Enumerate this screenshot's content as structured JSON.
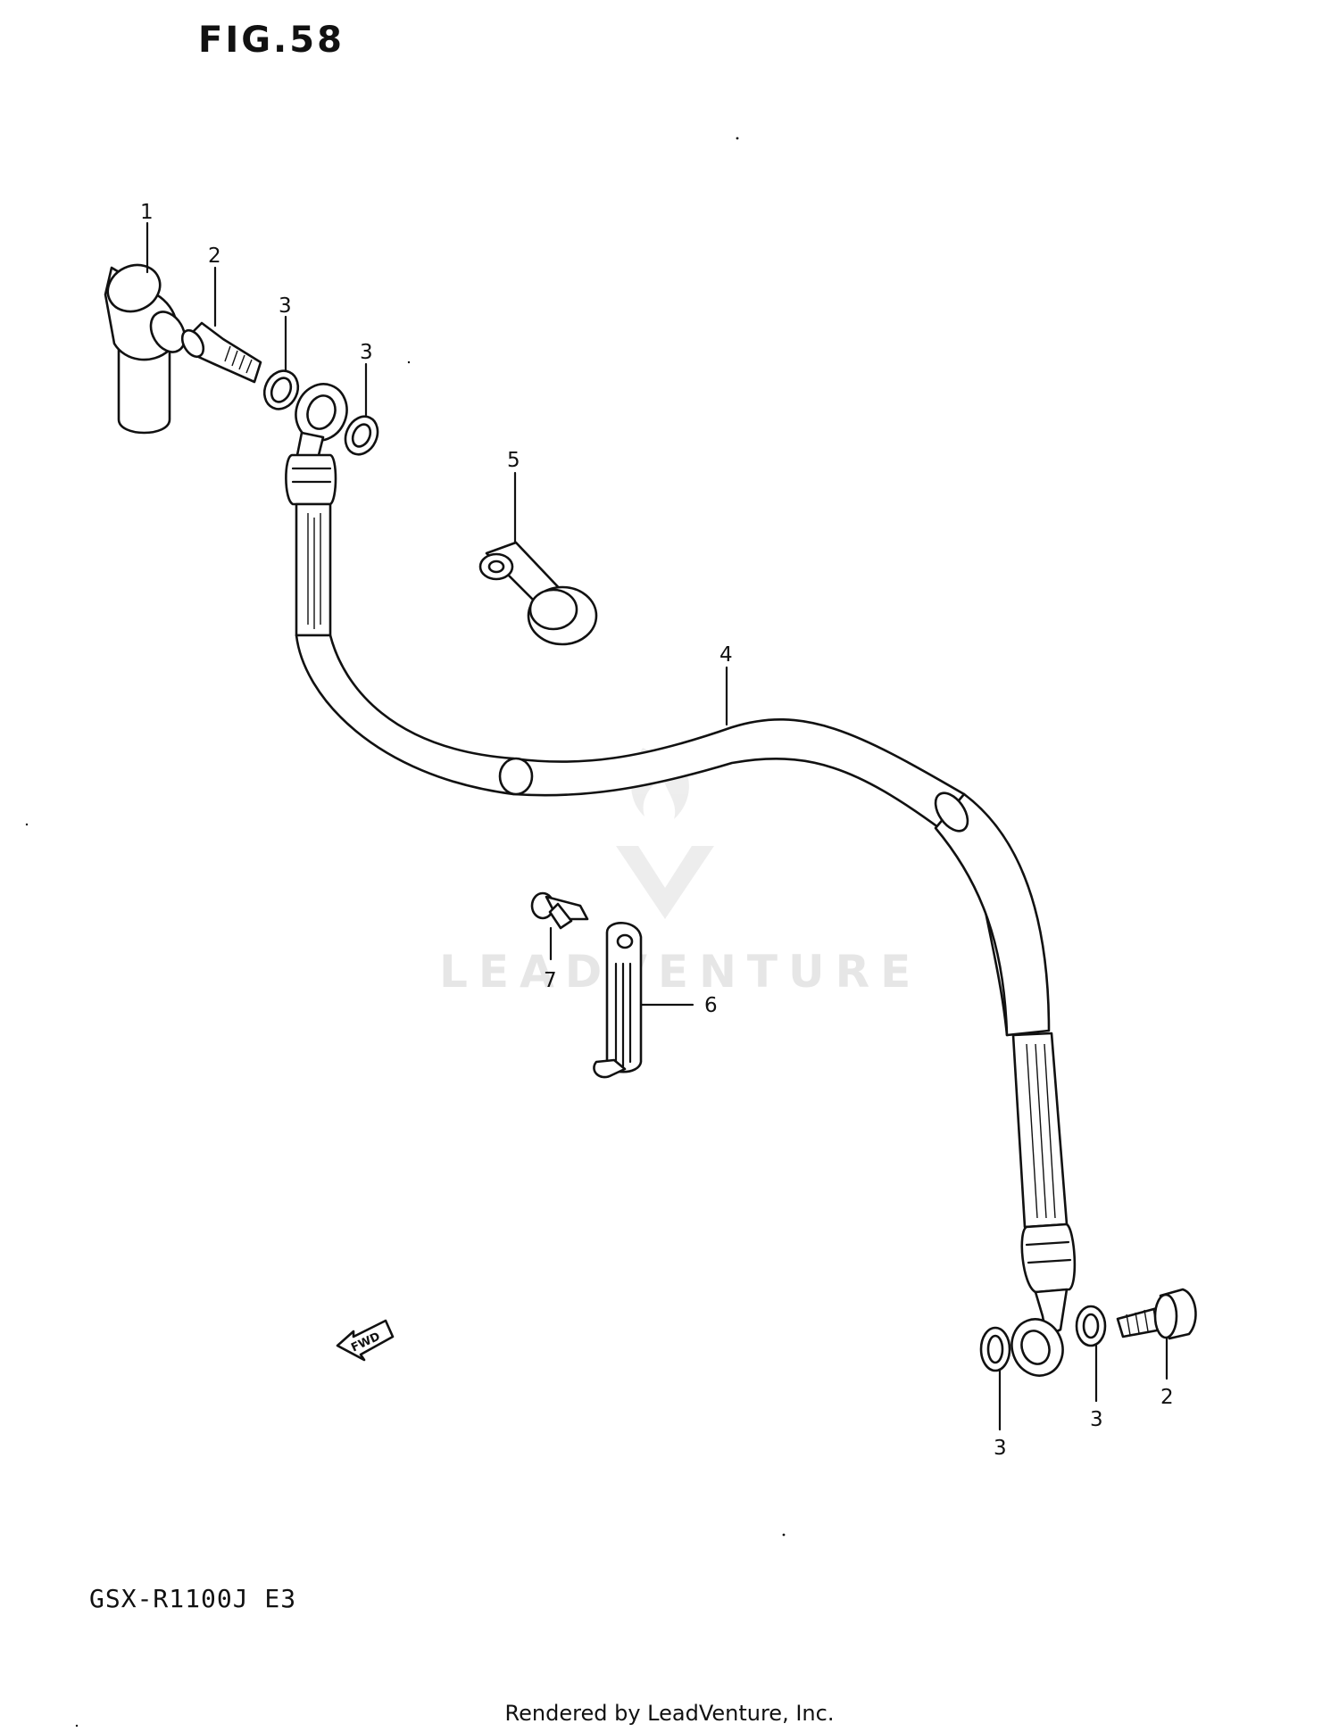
{
  "figure": {
    "title": "FIG.58",
    "model": "GSX-R1100J E3"
  },
  "watermark": {
    "text": "LEADVENTURE"
  },
  "arrow": {
    "label": "FWD"
  },
  "footer": {
    "text": "Rendered by LeadVenture, Inc."
  },
  "callouts": {
    "c1": "1",
    "c2a": "2",
    "c3a": "3",
    "c3b": "3",
    "c4": "4",
    "c5": "5",
    "c6": "6",
    "c7": "7",
    "c2b": "2",
    "c3c": "3",
    "c3d": "3"
  }
}
